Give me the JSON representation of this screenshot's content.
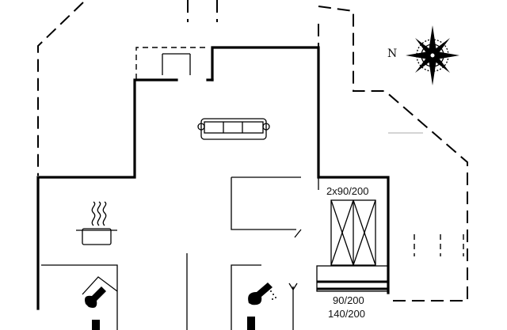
{
  "compass": {
    "north_letter": "N"
  },
  "labels": {
    "bed_top": "2x90/200",
    "bed_bottom_1": "90/200",
    "bed_bottom_2": "140/200"
  },
  "icons": {
    "sofa": "sofa-icon",
    "pot": "cooking-pot-icon",
    "shower": "shower-icon",
    "compass": "compass-rose-icon"
  }
}
